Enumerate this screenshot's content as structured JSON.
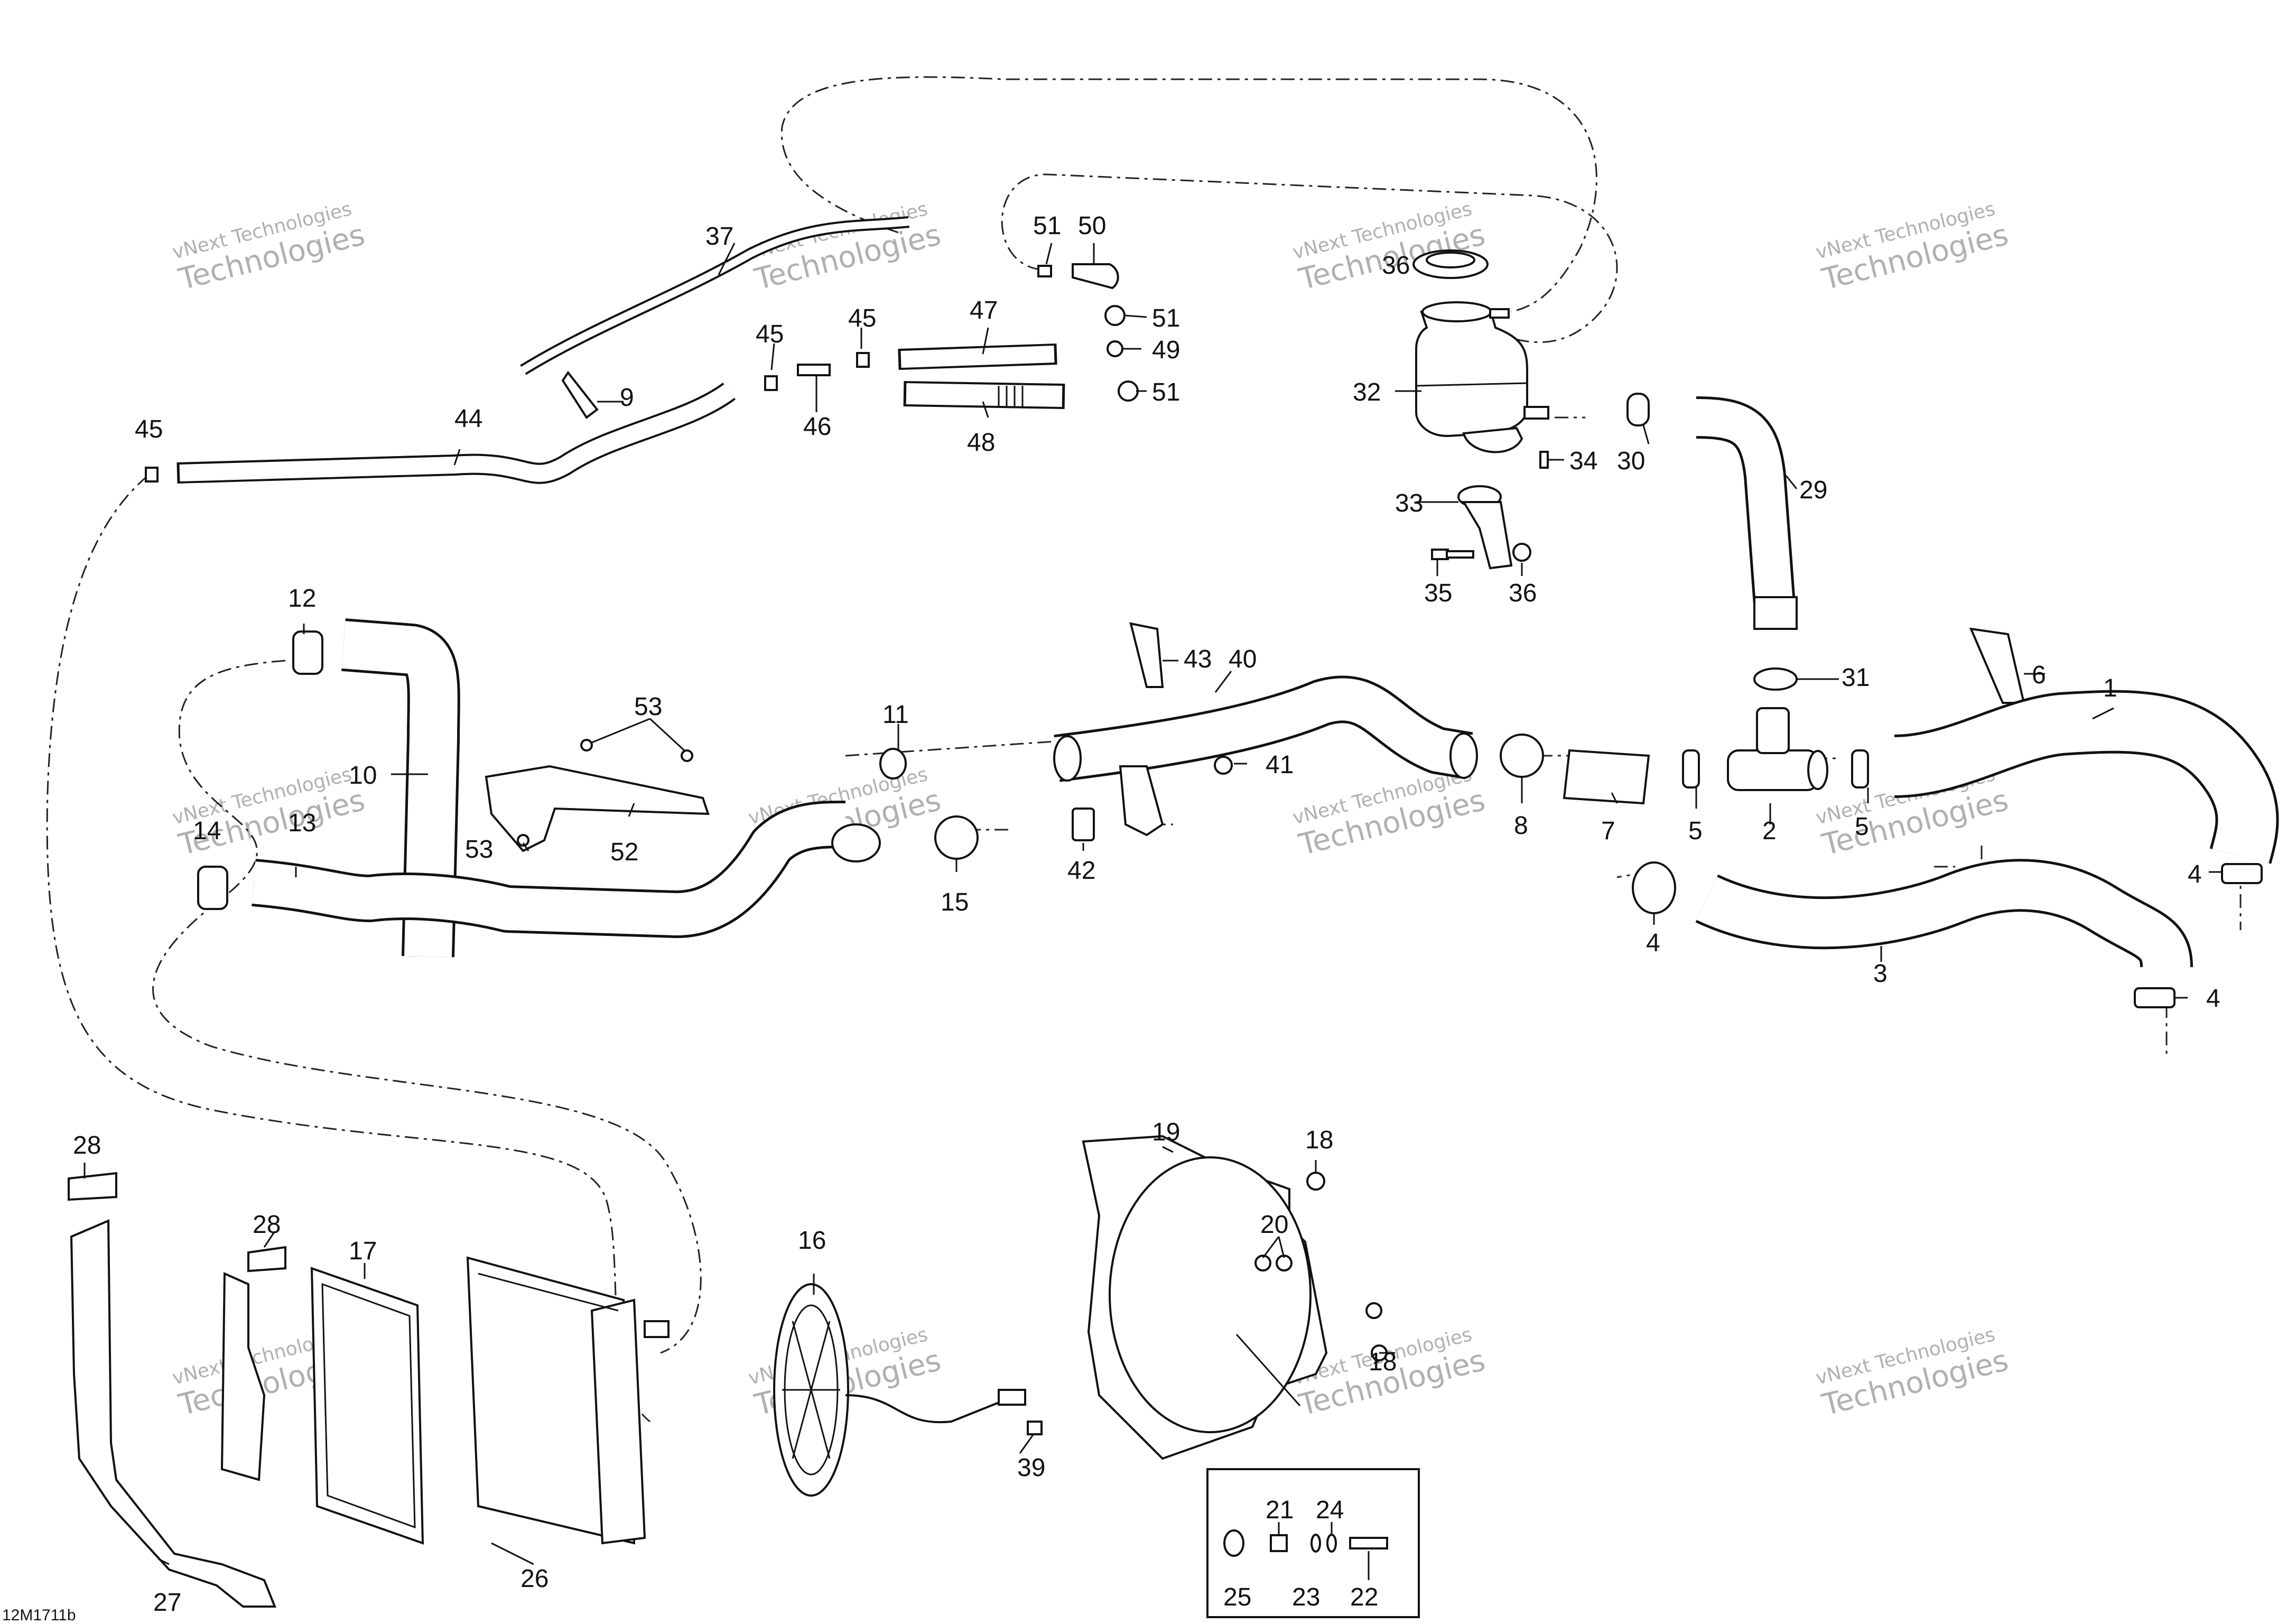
{
  "drawing_ref": "12M1711b",
  "watermark_line1": "vNext Technologies",
  "watermark_line2": "Technologies",
  "callouts": [
    {
      "id": "c1",
      "label": "1"
    },
    {
      "id": "c2",
      "label": "2"
    },
    {
      "id": "c3",
      "label": "3"
    },
    {
      "id": "c4a",
      "label": "4"
    },
    {
      "id": "c4b",
      "label": "4"
    },
    {
      "id": "c4c",
      "label": "4"
    },
    {
      "id": "c5a",
      "label": "5"
    },
    {
      "id": "c5b",
      "label": "5"
    },
    {
      "id": "c6",
      "label": "6"
    },
    {
      "id": "c7",
      "label": "7"
    },
    {
      "id": "c8",
      "label": "8"
    },
    {
      "id": "c9",
      "label": "9"
    },
    {
      "id": "c10",
      "label": "10"
    },
    {
      "id": "c11",
      "label": "11"
    },
    {
      "id": "c12",
      "label": "12"
    },
    {
      "id": "c13",
      "label": "13"
    },
    {
      "id": "c14",
      "label": "14"
    },
    {
      "id": "c15",
      "label": "15"
    },
    {
      "id": "c16",
      "label": "16"
    },
    {
      "id": "c17",
      "label": "17"
    },
    {
      "id": "c18a",
      "label": "18"
    },
    {
      "id": "c18b",
      "label": "18"
    },
    {
      "id": "c19",
      "label": "19"
    },
    {
      "id": "c20",
      "label": "20"
    },
    {
      "id": "c21",
      "label": "21"
    },
    {
      "id": "c22",
      "label": "22"
    },
    {
      "id": "c23",
      "label": "23"
    },
    {
      "id": "c24",
      "label": "24"
    },
    {
      "id": "c25",
      "label": "25"
    },
    {
      "id": "c26",
      "label": "26"
    },
    {
      "id": "c27",
      "label": "27"
    },
    {
      "id": "c28a",
      "label": "28"
    },
    {
      "id": "c28b",
      "label": "28"
    },
    {
      "id": "c29",
      "label": "29"
    },
    {
      "id": "c30",
      "label": "30"
    },
    {
      "id": "c31",
      "label": "31"
    },
    {
      "id": "c32",
      "label": "32"
    },
    {
      "id": "c33",
      "label": "33"
    },
    {
      "id": "c34",
      "label": "34"
    },
    {
      "id": "c35",
      "label": "35"
    },
    {
      "id": "c36a",
      "label": "36"
    },
    {
      "id": "c36b",
      "label": "36"
    },
    {
      "id": "c37",
      "label": "37"
    },
    {
      "id": "c39",
      "label": "39"
    },
    {
      "id": "c40",
      "label": "40"
    },
    {
      "id": "c41",
      "label": "41"
    },
    {
      "id": "c42",
      "label": "42"
    },
    {
      "id": "c43",
      "label": "43"
    },
    {
      "id": "c44",
      "label": "44"
    },
    {
      "id": "c45a",
      "label": "45"
    },
    {
      "id": "c45b",
      "label": "45"
    },
    {
      "id": "c45c",
      "label": "45"
    },
    {
      "id": "c46",
      "label": "46"
    },
    {
      "id": "c47",
      "label": "47"
    },
    {
      "id": "c48",
      "label": "48"
    },
    {
      "id": "c49",
      "label": "49"
    },
    {
      "id": "c50",
      "label": "50"
    },
    {
      "id": "c51a",
      "label": "51"
    },
    {
      "id": "c51b",
      "label": "51"
    },
    {
      "id": "c51c",
      "label": "51"
    },
    {
      "id": "c52",
      "label": "52"
    },
    {
      "id": "c53a",
      "label": "53"
    },
    {
      "id": "c53b",
      "label": "53"
    }
  ]
}
